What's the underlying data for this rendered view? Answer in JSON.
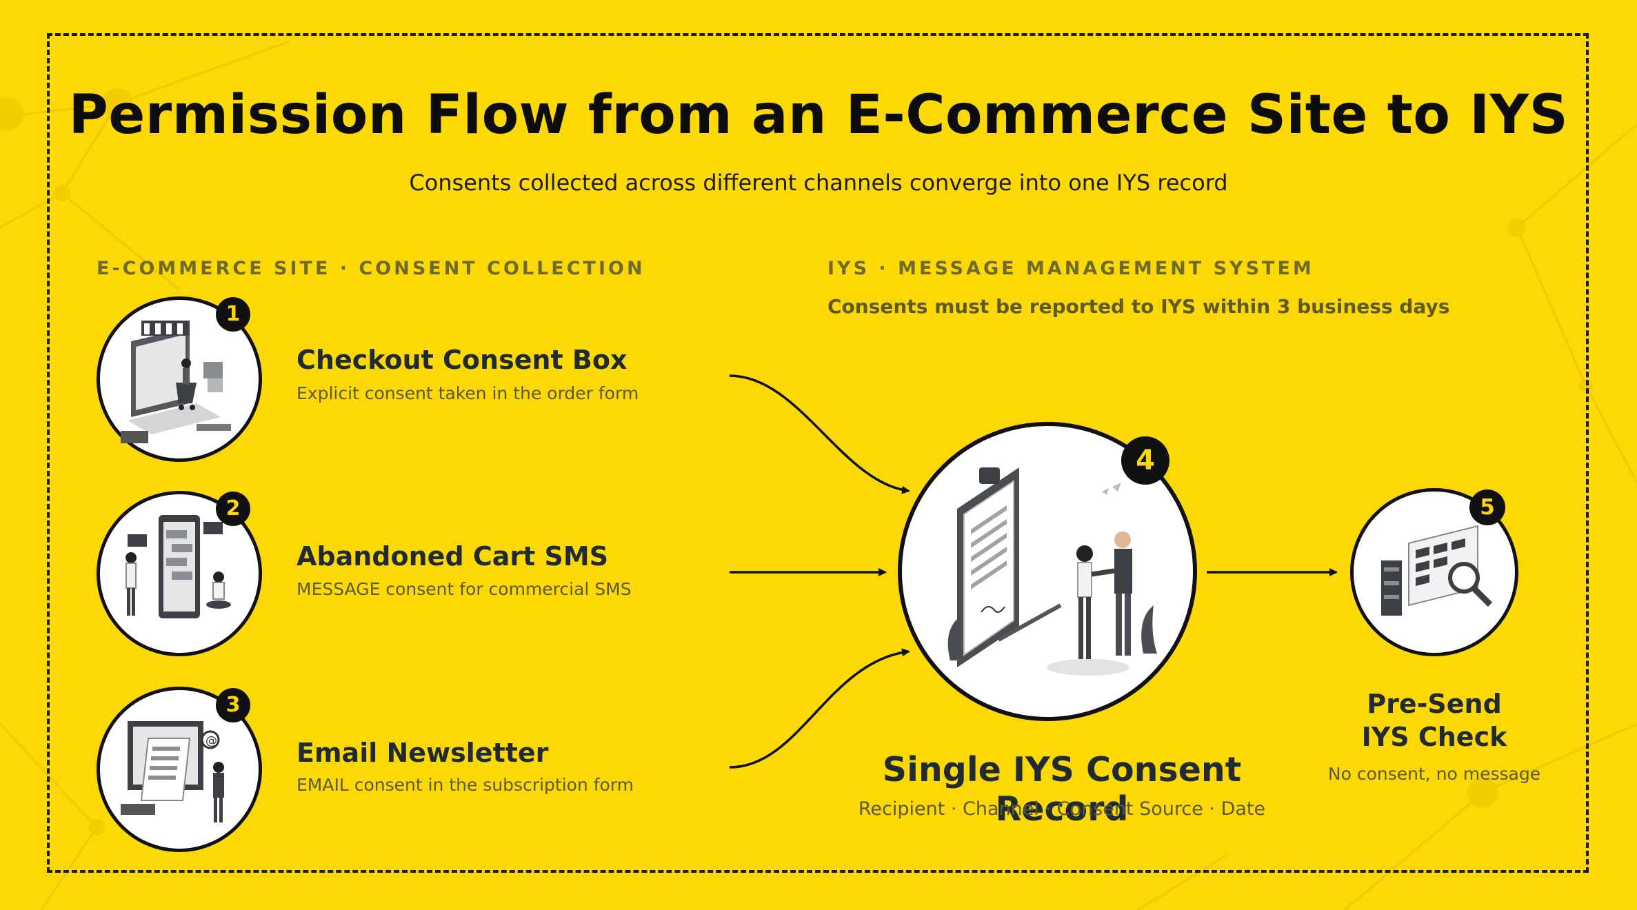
{
  "header": {
    "title": "Permission Flow from an E-Commerce Site to IYS",
    "subtitle": "Consents collected across different channels converge into one IYS record"
  },
  "left_section": {
    "label": "E-COMMERCE SITE · CONSENT COLLECTION"
  },
  "right_section": {
    "label": "IYS · MESSAGE MANAGEMENT SYSTEM",
    "note": "Consents must be reported to IYS within 3 business days"
  },
  "steps": [
    {
      "number": "1",
      "title": "Checkout Consent Box",
      "desc": "Explicit consent taken in the order form",
      "icon": "online-shop-illustration"
    },
    {
      "number": "2",
      "title": "Abandoned Cart SMS",
      "desc": "MESSAGE consent for commercial SMS",
      "icon": "mobile-sms-illustration"
    },
    {
      "number": "3",
      "title": "Email Newsletter",
      "desc": "EMAIL consent in the subscription form",
      "icon": "email-newsletter-illustration"
    }
  ],
  "center": {
    "number": "4",
    "title": "Single IYS Consent Record",
    "desc": "Recipient · Channel · Consent Source · Date",
    "icon": "contract-handshake-illustration"
  },
  "final": {
    "number": "5",
    "title_line1": "Pre-Send",
    "title_line2": "IYS Check",
    "desc": "No consent, no message",
    "icon": "server-search-illustration"
  },
  "colors": {
    "background": "#fcd805",
    "ink": "#111111",
    "badge_text": "#fcd805"
  }
}
